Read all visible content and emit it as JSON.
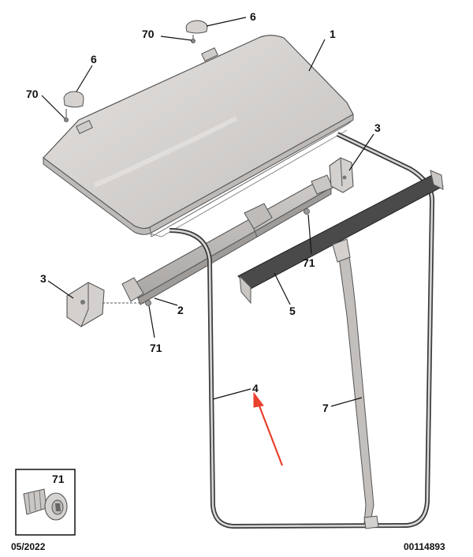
{
  "callouts": [
    {
      "id": "roof-panel",
      "label": "1"
    },
    {
      "id": "crossmember",
      "label": "2"
    },
    {
      "id": "bracket-right",
      "label": "3"
    },
    {
      "id": "bracket-left",
      "label": "3"
    },
    {
      "id": "seal-frame",
      "label": "4"
    },
    {
      "id": "upper-seal",
      "label": "5"
    },
    {
      "id": "cap-top",
      "label": "6"
    },
    {
      "id": "cap-left",
      "label": "6"
    },
    {
      "id": "seal-vertical",
      "label": "7"
    },
    {
      "id": "screw-top",
      "label": "70"
    },
    {
      "id": "screw-left",
      "label": "70"
    },
    {
      "id": "bolt-right",
      "label": "71"
    },
    {
      "id": "bolt-left",
      "label": "71"
    }
  ],
  "inset": {
    "label": "71"
  },
  "footer": {
    "date": "05/2022",
    "reference": "00114893"
  },
  "colors": {
    "ink": "#111111",
    "arrow": "#e8412c",
    "panel": "#d9d6d4",
    "part": "#b9b6b4"
  }
}
